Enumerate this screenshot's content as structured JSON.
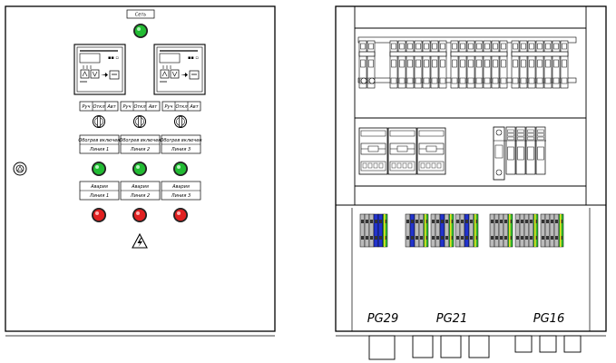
{
  "front_panel": {
    "net_label": "Сеть",
    "mode_switches": [
      {
        "manual": "Руч",
        "off": "Откл",
        "auto": "Авт"
      },
      {
        "manual": "Руч",
        "off": "Откл",
        "auto": "Авт"
      },
      {
        "manual": "Руч",
        "off": "Откл",
        "auto": "Авт"
      }
    ],
    "heater_labels": [
      {
        "line1": "Обогрев включен",
        "line2": "Линия 1"
      },
      {
        "line1": "Обогрев включен",
        "line2": "Линия 2"
      },
      {
        "line1": "Обогрев включен",
        "line2": "Линия 3"
      }
    ],
    "alarm_labels": [
      {
        "line1": "Авария",
        "line2": "Линия 1"
      },
      {
        "line1": "Авария",
        "line2": "Линия 2"
      },
      {
        "line1": "Авария",
        "line2": "Линия 3"
      }
    ],
    "colors": {
      "green": "#22bb33",
      "red": "#e02020",
      "warning": "#ffffff"
    }
  },
  "back_panel": {
    "glands": [
      "PG29",
      "PG21",
      "PG16"
    ],
    "terminal_colors": {
      "blue": "#2233cc",
      "green": "#33bb33",
      "yellow": "#e8e020",
      "grey": "#bbbbbb"
    }
  }
}
